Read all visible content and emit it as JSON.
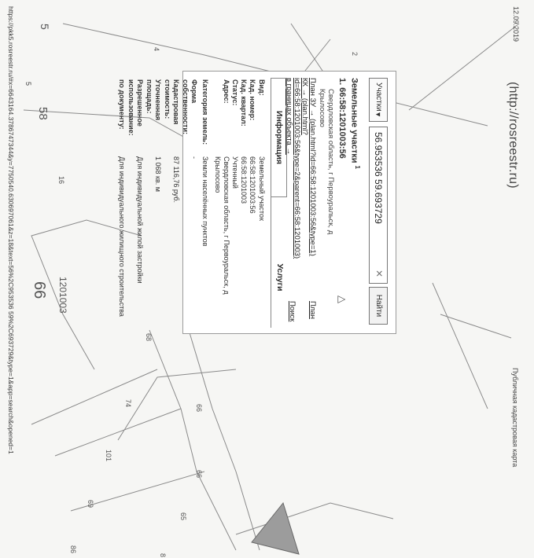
{
  "header": {
    "print_date": "12.09.2019",
    "site_link": "(http://rosreestr.ru)",
    "page_title": "Публичная кадастровая карта",
    "print_url": "https://pkk5.rosreestr.ru/#x=6643164.3786747344&y=7750540.630697061&z=18&text=56%2C953536 59%2C693729&type=1&app=search&opened=1",
    "page_number": "5"
  },
  "search": {
    "type_label": "Участки",
    "query": "56.953536 59.693729",
    "clear_icon": "close-icon",
    "find_label": "Найти"
  },
  "panel": {
    "title": "Земельные участки",
    "count": "1",
    "item": {
      "index": "1.",
      "cad_number": "66:58:1201003:56",
      "address_line1": "Свердловская область, г Первоуральск, д",
      "address_line2": "Крылосово",
      "link_line1": "План ЗУ → (plan.html?id=66:58:1201003:56&type=1)",
      "link_line2": "КК → (plan.html?",
      "link_line3": "id=66:58:1201003:56&type=2&parent=66:58:1201003)",
      "link_line4": "в границах объекта →",
      "plan_link": "План",
      "search_link": "Поиск",
      "warning_icon": "warning-triangle-icon"
    },
    "tabs": [
      {
        "label": "Информация"
      },
      {
        "label": "Услуги"
      }
    ],
    "rows": [
      {
        "label": "Вид:",
        "value": "Земельный участок"
      },
      {
        "label": "Кад. номер:",
        "value": "66:58:1201003:56"
      },
      {
        "label": "Кад. квартал:",
        "value": "66:58:1201003"
      },
      {
        "label": "Статус:",
        "value": "Учтенный"
      },
      {
        "label": "Адрес:",
        "value": "Свердловская область, г Первоуральск, д Крылосово"
      },
      {
        "label": "Категория земель:",
        "value": "Земли населённых пунктов"
      },
      {
        "label": "Форма собственности:",
        "value": "-"
      },
      {
        "label": "Кадастровая стоимость:",
        "value": "87 116,76 руб."
      },
      {
        "label": "Уточненная площадь:",
        "value": "1 068 кв. м"
      },
      {
        "label": "Разрешенное использование:",
        "value": "Для индивидуальной жилой застройки"
      },
      {
        "label": "по документу:",
        "value": "Для индивидуального жилищного строительства"
      }
    ]
  },
  "map": {
    "labels": [
      "2",
      "4",
      "5",
      "16",
      "58",
      "66",
      "1201003",
      "68",
      "66",
      "74",
      "101",
      "66",
      "69",
      "65",
      "8",
      "86"
    ]
  }
}
